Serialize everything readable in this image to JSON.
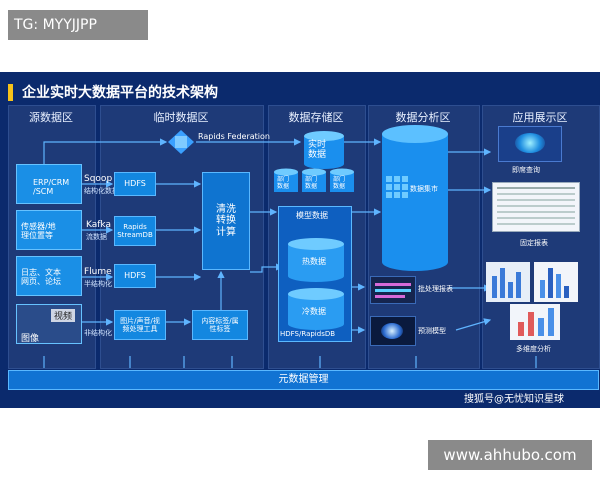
{
  "watermarks": {
    "top_left": "TG: MYYJJPP",
    "bottom_right": "www.ahhubo.com"
  },
  "title": "企业实时大数据平台的技术架构",
  "columns": {
    "source": "源数据区",
    "temp": "临时数据区",
    "storage": "数据存储区",
    "analysis": "数据分析区",
    "app": "应用展示区"
  },
  "source": {
    "erp": "ERP/CRM\n/SCM",
    "sensor": "传感器/地\n理位置等",
    "log": "日志、文本\n网页、论坛",
    "media_video": "视频",
    "media_image": "图像"
  },
  "tools": {
    "sqoop": "Sqoop",
    "sqoop_sub": "结构化数据",
    "kafka": "Kafka",
    "kafka_sub": "流数据",
    "flume": "Flume",
    "flume_sub": "半结构化",
    "unstructured_sub": "非结构化"
  },
  "temp": {
    "hdfs1": "HDFS",
    "rapids_stream": "Rapids\nStreamDB",
    "hdfs2": "HDFS",
    "media_tool": "图片/声音/视\n频处理工具",
    "clean": "清洗\n转换\n计算",
    "content_tag": "内容标签/属\n性标签"
  },
  "federation": "Rapids Federation",
  "storage": {
    "realtime": "实时\n数据",
    "dept": [
      "部门\n数据",
      "部门\n数据",
      "部门\n数据"
    ],
    "model_data": "模型数据",
    "hot": "热数据",
    "cold": "冷数据",
    "hdfs_rapids": "HDFS/RapidsDB"
  },
  "analysis": {
    "mart": "数据集市",
    "batch": "批处理报表",
    "predict": "预测模型"
  },
  "app": {
    "instant": "即席查询",
    "fixed": "固定报表",
    "multi": "多维度分析"
  },
  "meta": "元数据管理",
  "credit": "搜狐号@无忧知识星球",
  "colors": {
    "background": "#0b2a6d",
    "box": "#1387e0",
    "accent": "#f6c21a",
    "arrow": "#5fb4ff"
  }
}
